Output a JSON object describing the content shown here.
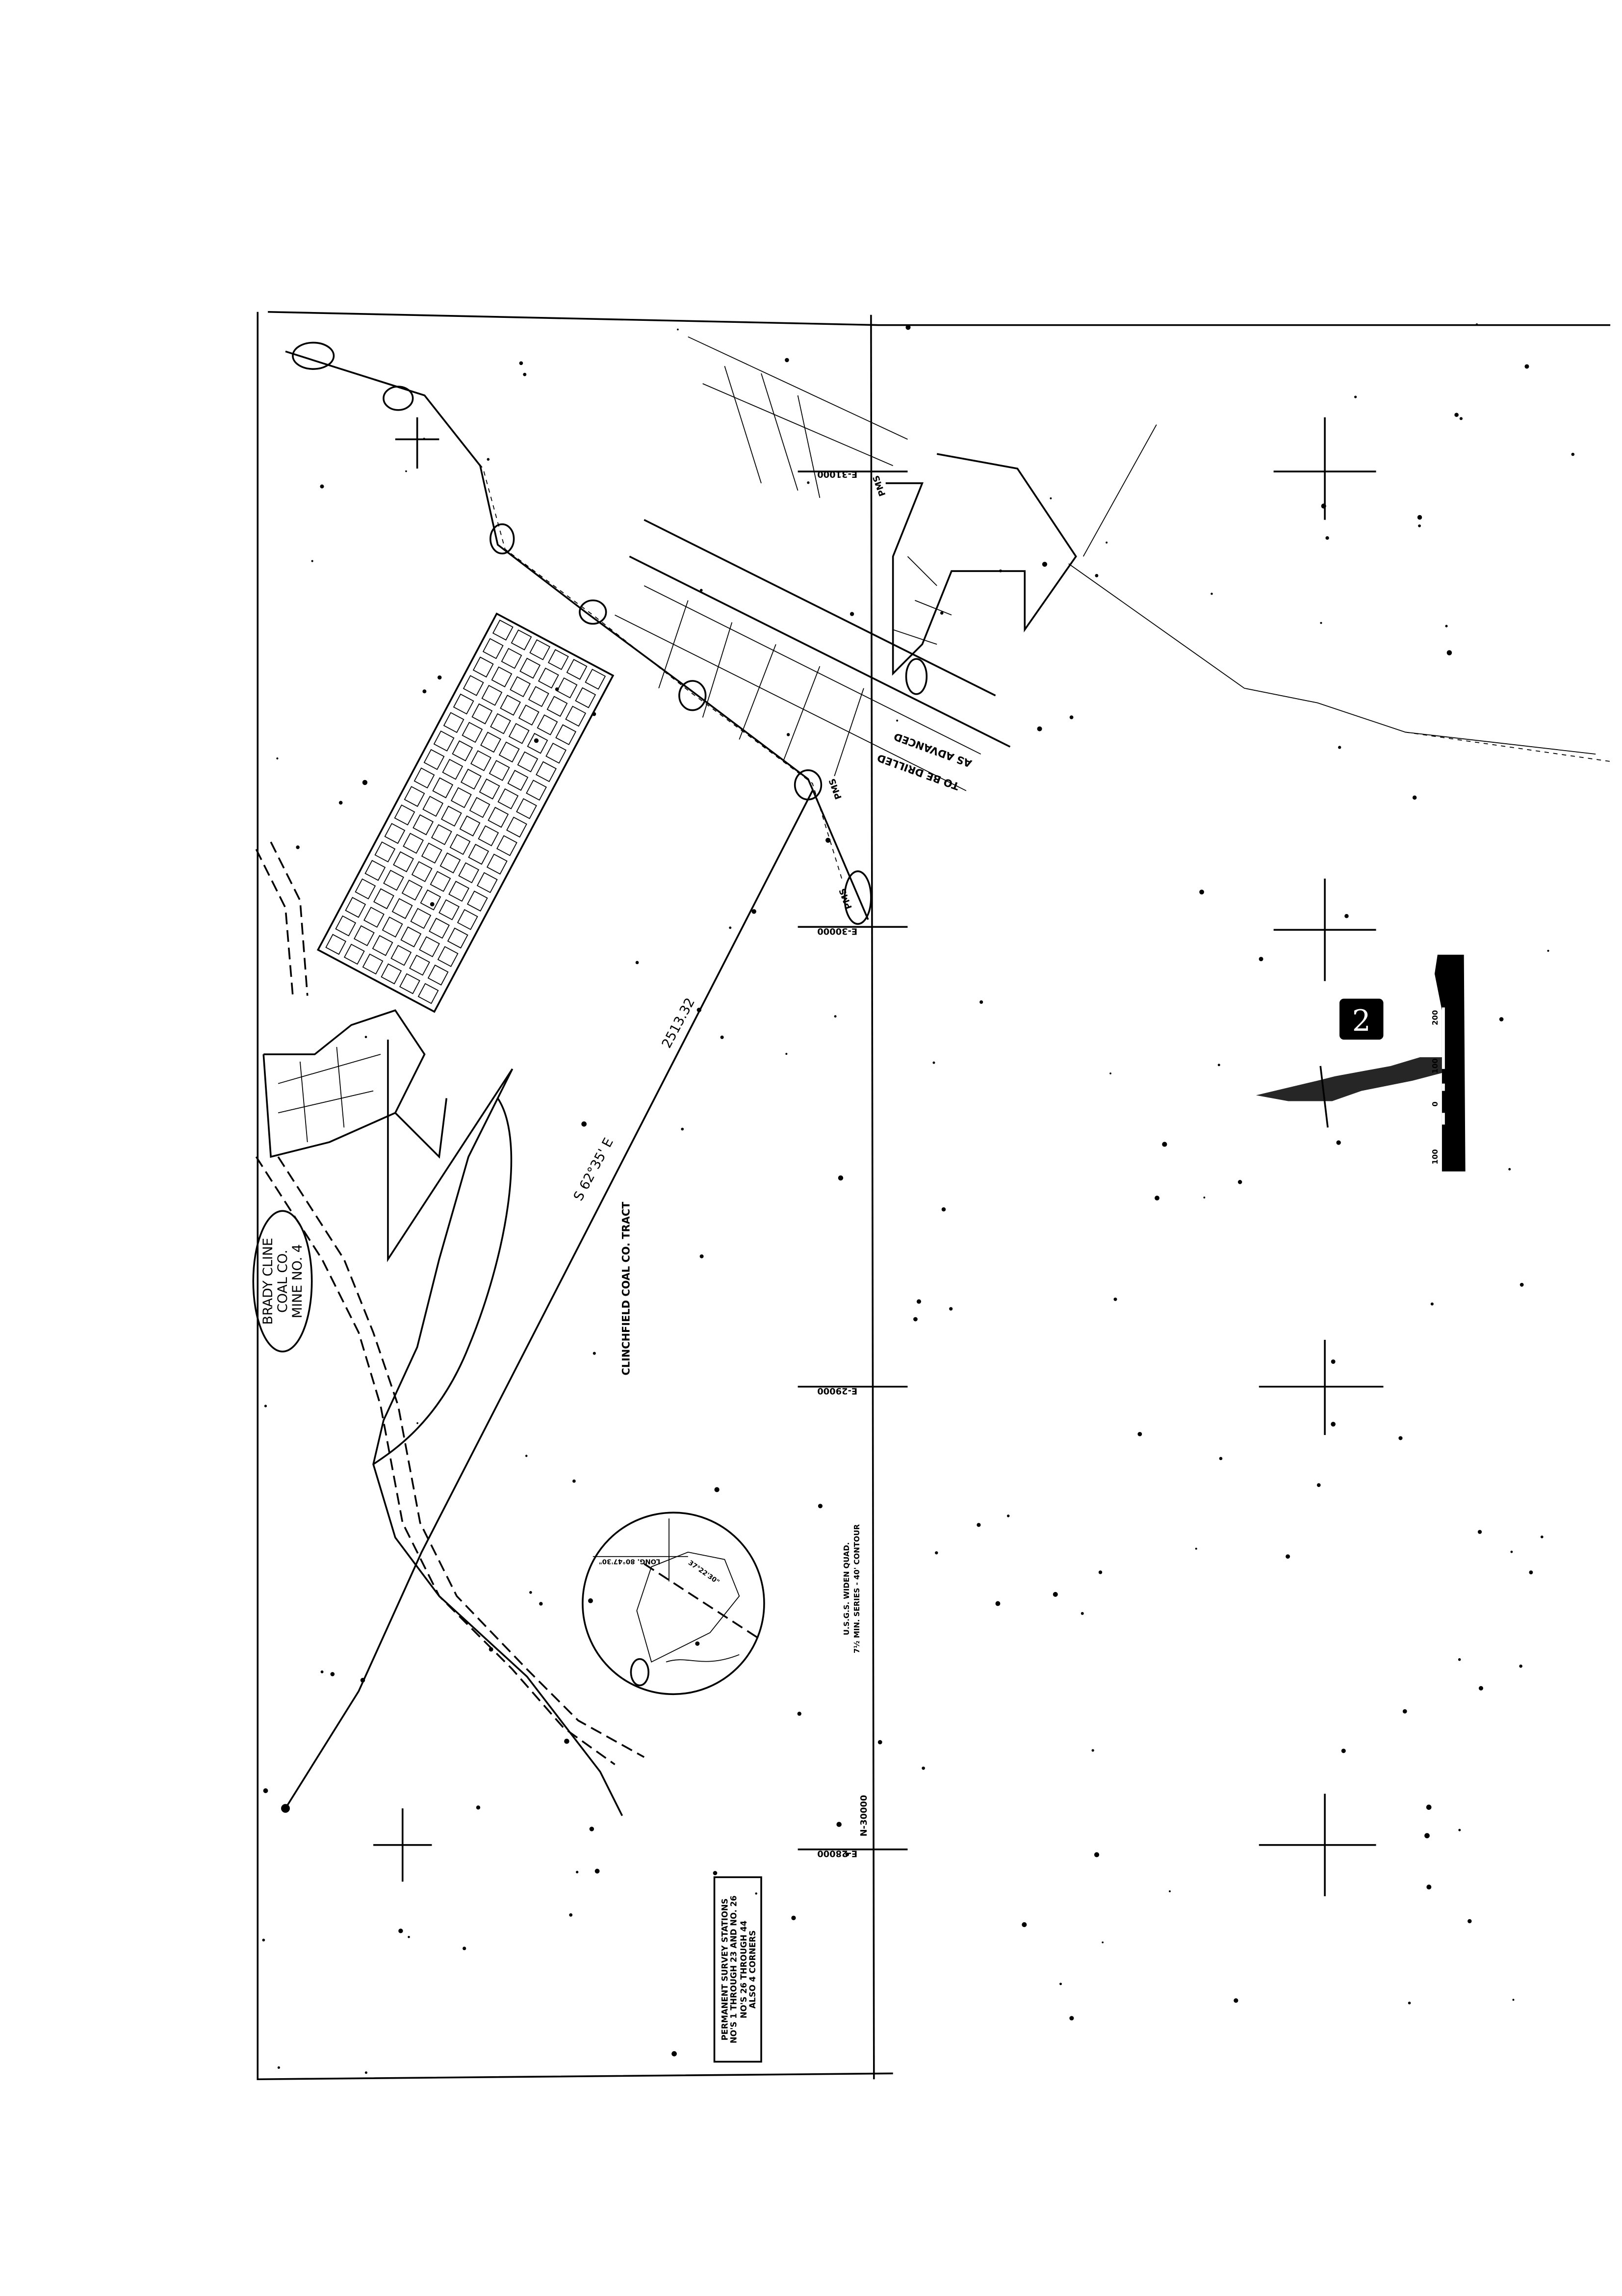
{
  "map": {
    "mine_label": [
      "BRADY CLINE",
      "COAL CO.",
      "MINE NO. 4"
    ],
    "tract_label": "CLINCHFIELD COAL CO. TRACT",
    "bearing": "S 62°35' E",
    "distance": "2513.32",
    "drill_note": [
      "TO BE DRILLED",
      "AS ADVANCED"
    ],
    "grid_labels": {
      "e31000": "E-31000",
      "e30000": "E-30000",
      "e29000": "E-29000",
      "e28000": "E-28000",
      "n30000": "N-30000"
    },
    "station_labels": [
      "PMS",
      "PMS",
      "PMS"
    ],
    "inset": {
      "longitude": "LONG. 80°47'30\"",
      "latitude": "37°22'30\"",
      "source": [
        "U.S.G.S. WIDEN QUAD.",
        "7½ MIN. SERIES - 40' CONTOUR"
      ]
    },
    "legend": [
      "PERMANENT SURVEY STATIONS",
      "NO'S 1 THROUGH 23 AND NO. 26",
      "NO'S 26 THROUGH 44",
      "ALSO 4 CORNERS"
    ],
    "sheet_number": "2",
    "scale_labels": [
      "100",
      "0",
      "100",
      "200"
    ]
  }
}
